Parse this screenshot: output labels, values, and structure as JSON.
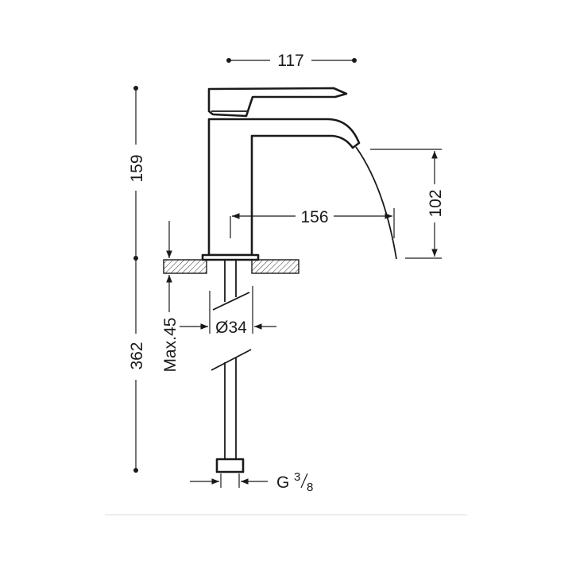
{
  "dimensions": {
    "spout_reach_top": "117",
    "spout_reach": "156",
    "water_height": "102",
    "upper_height": "159",
    "lower_length": "362",
    "max_thickness": "Max.45",
    "hole_diameter": "Ø34",
    "connection_prefix": "G",
    "connection_num": "3",
    "connection_den": "8"
  },
  "colors": {
    "line": "#1a1a1a",
    "hatch": "#333333",
    "background": "#ffffff"
  }
}
